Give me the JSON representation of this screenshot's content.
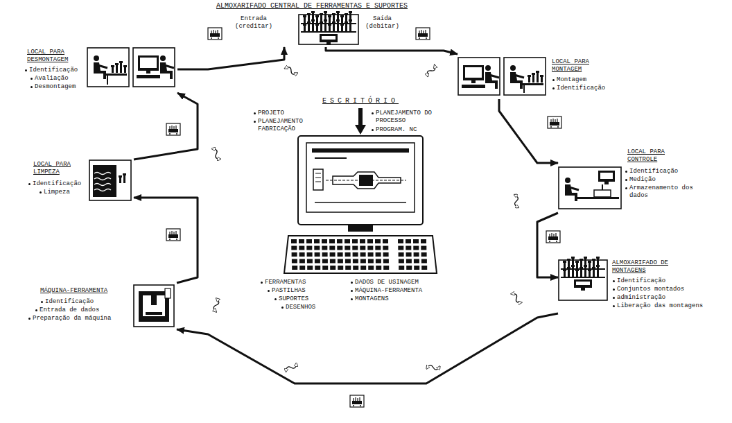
{
  "diagram": {
    "title": "ALMOXARIFADO CENTRAL DE FERRAMENTAS E SUPORTES",
    "nodes": [
      {
        "text": [
          "Entrada (creditar)",
          "Saída (debitar)"
        ]
      },
      {
        "text": [
          "LOCAL PARA MONTAGEM",
          "Montagem",
          "Identificação"
        ]
      },
      {
        "text": [
          "LOCAL PARA CONTROLE",
          "Identificação",
          "Medição",
          "Armazenamento dos dados"
        ]
      },
      {
        "text": [
          "ALMOXARIFADO DE MONTAGENS",
          "Identificação",
          "Conjuntos montados",
          "administração",
          "Liberação das montagens"
        ]
      },
      {
        "text": [
          "MÁQUINA-FERRAMENTA",
          "Identificação",
          "Entrada de dados",
          "Preparação da máquina"
        ]
      },
      {
        "text": [
          "LOCAL PARA LIMPEZA",
          "Identificação",
          "Limpeza"
        ]
      },
      {
        "text": [
          "LOCAL PARA DESMONTAGEM",
          "Identificação",
          "Avaliação",
          "Desmontagem"
        ]
      },
      {
        "text": [
          "ESCRITÓRIO",
          "PROJETO",
          "PLANEJAMENTO FABRICAÇÃO",
          "PLANEJAMENTO DO PROCESSO",
          "PROGRAM. NC",
          "FERRAMENTAS",
          "PASTILHAS",
          "SUPORTES",
          "DESENHOS",
          "DADOS DE USINAGEM",
          "MÁQUINA-FERRAMENTA",
          "MONTAGENS"
        ]
      }
    ],
    "edges": [
      {
        "from": 0,
        "to": 1,
        "arrow": "to"
      },
      {
        "from": 1,
        "to": 2,
        "arrow": "to"
      },
      {
        "from": 2,
        "to": 3,
        "arrow": "to"
      },
      {
        "from": 3,
        "to": 4,
        "arrow": "to"
      },
      {
        "from": 4,
        "to": 5,
        "arrow": "to"
      },
      {
        "from": 5,
        "to": 6,
        "arrow": "to"
      },
      {
        "from": 6,
        "to": 0,
        "arrow": "to"
      }
    ]
  }
}
